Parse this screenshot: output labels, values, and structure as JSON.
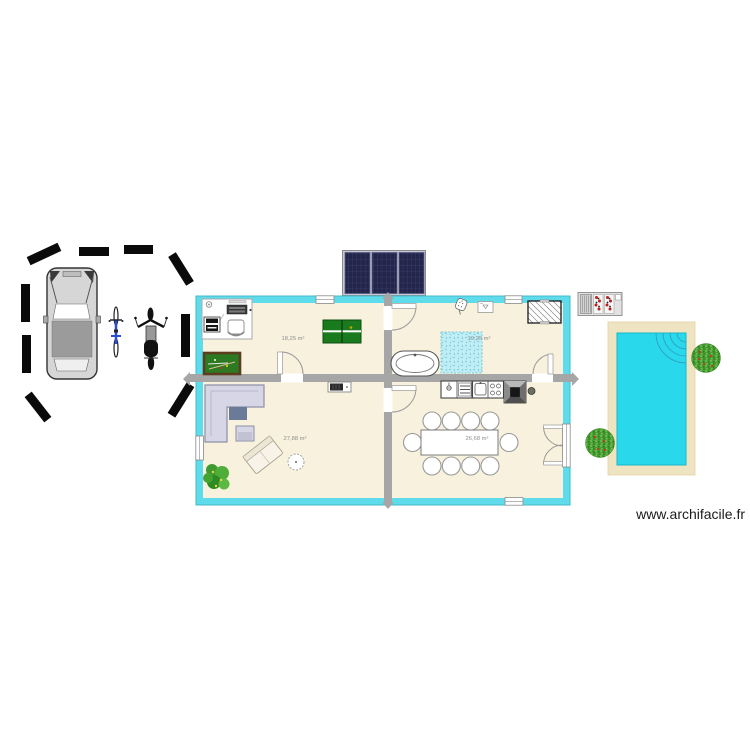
{
  "app": {
    "watermark": "www.archifacile.fr"
  },
  "rooms": [
    {
      "name": "games-room",
      "area_label": "18,25 m²"
    },
    {
      "name": "bathroom-spa",
      "area_label": "19,25 m²"
    },
    {
      "name": "living-room",
      "area_label": "27,88 m²"
    },
    {
      "name": "kitchen-dining-room",
      "area_label": "26,68 m²"
    }
  ],
  "objects": {
    "outdoor": [
      "parking-boundary",
      "car",
      "bicycle",
      "scooter",
      "solar-panels",
      "barbecue",
      "swimming-pool",
      "bush"
    ],
    "games_room": [
      "desk",
      "phone",
      "laptop",
      "printer",
      "office-chair",
      "table-tennis-table",
      "billiard-table"
    ],
    "bathroom": [
      "shower-head",
      "wall-valve",
      "shower-stall",
      "bathtub",
      "jacuzzi"
    ],
    "living_room": [
      "tv-stand",
      "corner-sofa",
      "rug",
      "armchair",
      "sofa",
      "side-table",
      "plant"
    ],
    "kitchen": [
      "sink-unit",
      "stove-unit",
      "cooker-hood",
      "stool",
      "dining-table",
      "dining-chairs"
    ]
  },
  "colors": {
    "exterior_wall": "#5fdceb",
    "interior_wall": "#a6a6a6",
    "floor": "#f7f1dd",
    "pool_water": "#2ad8ec",
    "pool_deck": "#efe4c2",
    "spa_water": "#bfeef4",
    "solar_panel": "#23264a",
    "table_green": "#1a7a1e",
    "bush_green": "#4a9c34",
    "label_text": "#8f8f8f"
  }
}
